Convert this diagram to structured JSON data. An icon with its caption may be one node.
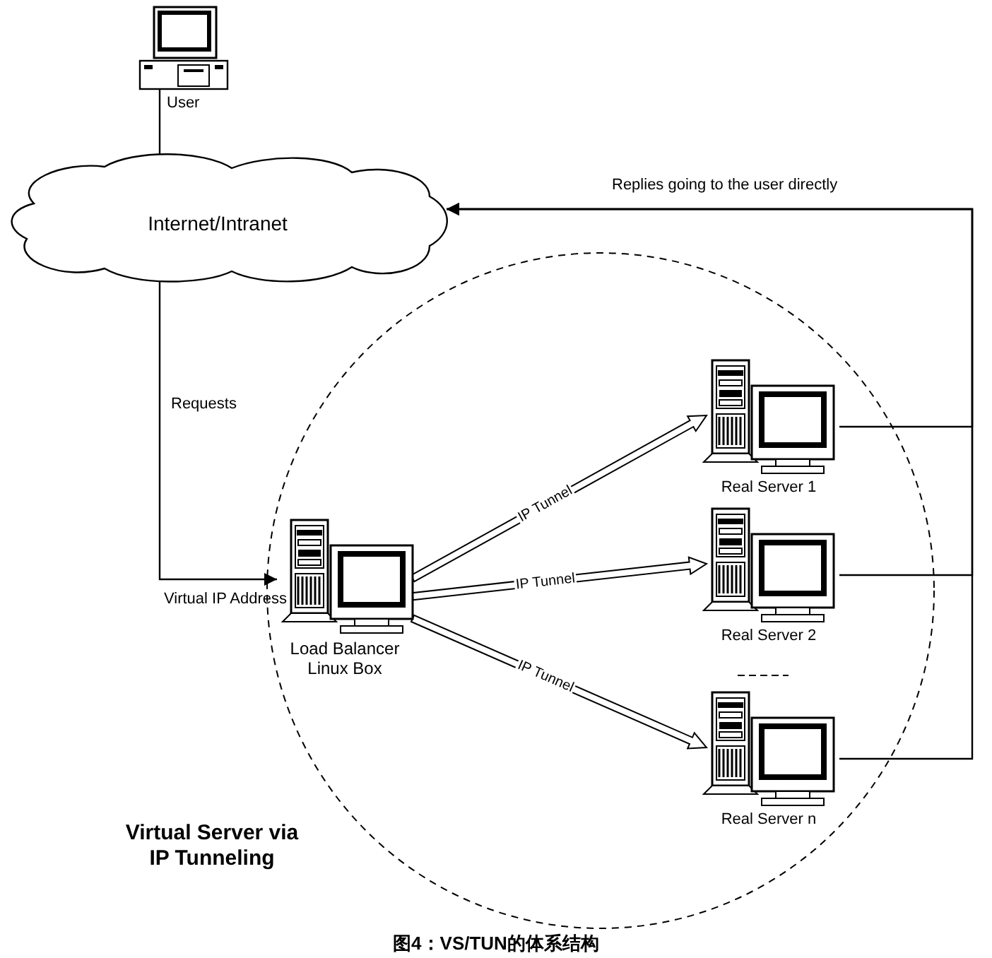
{
  "diagram": {
    "caption": "图4：VS/TUN的体系结构",
    "nodes": [
      {
        "text": [
          "User"
        ]
      },
      {
        "text": [
          "Internet/Intranet"
        ]
      },
      {
        "text": [
          "Virtual Server via IP Tunneling"
        ]
      },
      {
        "text": [
          "Load Balancer Linux Box"
        ],
        "in": 2
      },
      {
        "text": [
          "Real Server 1"
        ],
        "in": 2
      },
      {
        "text": [
          "Real Server 2"
        ],
        "in": 2
      },
      {
        "text": [
          "Real Server n"
        ],
        "in": 2
      }
    ],
    "edges": [
      {
        "from": 0,
        "to": 1,
        "arrow": "none"
      },
      {
        "from": 1,
        "to": 3,
        "arrow": "to",
        "label": "Requests"
      },
      {
        "from": 3,
        "to": 4,
        "arrow": "to",
        "label": "IP Tunnel"
      },
      {
        "from": 3,
        "to": 5,
        "arrow": "to",
        "label": "IP Tunnel"
      },
      {
        "from": 3,
        "to": 6,
        "arrow": "to",
        "label": "IP Tunnel"
      },
      {
        "from": 4,
        "to": 1,
        "arrow": "to",
        "label": "Replies going to the user directly"
      },
      {
        "from": 5,
        "to": 1,
        "arrow": "to"
      },
      {
        "from": 6,
        "to": 1,
        "arrow": "to"
      }
    ],
    "labels": [
      "Virtual IP Address"
    ]
  }
}
